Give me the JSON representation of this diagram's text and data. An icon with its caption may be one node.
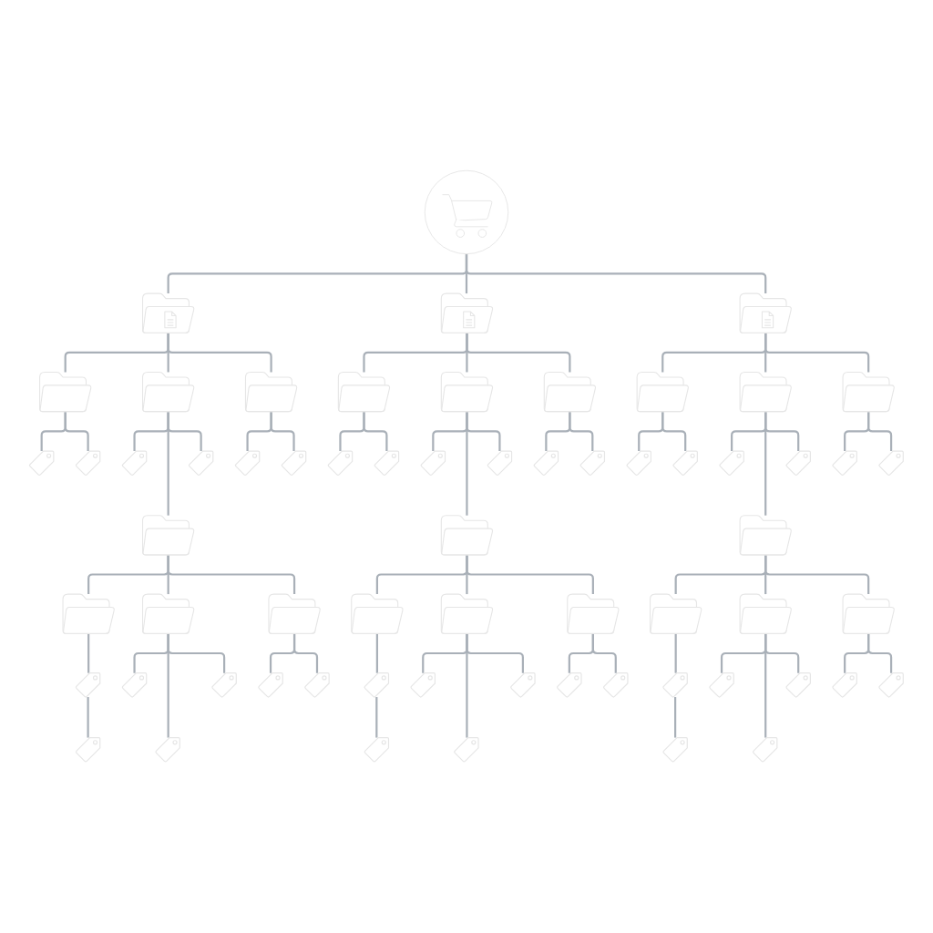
{
  "diagram": {
    "nodes": [
      {
        "text": [],
        "shape": "circle"
      },
      {
        "text": [],
        "shape": "folder"
      },
      {
        "text": [],
        "shape": "folder"
      },
      {
        "text": [],
        "shape": "folder"
      },
      {
        "text": [],
        "shape": "folder"
      },
      {
        "text": [],
        "shape": "folder"
      },
      {
        "text": [],
        "shape": "folder"
      },
      {
        "text": [],
        "shape": "folder"
      },
      {
        "text": [],
        "shape": "folder"
      },
      {
        "text": [],
        "shape": "folder"
      },
      {
        "text": [],
        "shape": "folder"
      },
      {
        "text": [],
        "shape": "folder"
      },
      {
        "text": [],
        "shape": "folder"
      },
      {
        "text": [],
        "shape": "tag"
      },
      {
        "text": [],
        "shape": "tag"
      },
      {
        "text": [],
        "shape": "tag"
      },
      {
        "text": [],
        "shape": "tag"
      },
      {
        "text": [],
        "shape": "tag"
      },
      {
        "text": [],
        "shape": "tag"
      },
      {
        "text": [],
        "shape": "tag"
      },
      {
        "text": [],
        "shape": "tag"
      },
      {
        "text": [],
        "shape": "tag"
      },
      {
        "text": [],
        "shape": "tag"
      },
      {
        "text": [],
        "shape": "tag"
      },
      {
        "text": [],
        "shape": "tag"
      },
      {
        "text": [],
        "shape": "tag"
      },
      {
        "text": [],
        "shape": "tag"
      },
      {
        "text": [],
        "shape": "tag"
      },
      {
        "text": [],
        "shape": "tag"
      },
      {
        "text": [],
        "shape": "tag"
      },
      {
        "text": [],
        "shape": "tag"
      },
      {
        "text": [],
        "shape": "folder"
      },
      {
        "text": [],
        "shape": "folder"
      },
      {
        "text": [],
        "shape": "folder"
      },
      {
        "text": [],
        "shape": "folder"
      },
      {
        "text": [],
        "shape": "folder"
      },
      {
        "text": [],
        "shape": "folder"
      },
      {
        "text": [],
        "shape": "folder"
      },
      {
        "text": [],
        "shape": "folder"
      },
      {
        "text": [],
        "shape": "folder"
      },
      {
        "text": [],
        "shape": "folder"
      },
      {
        "text": [],
        "shape": "folder"
      },
      {
        "text": [],
        "shape": "folder"
      },
      {
        "text": [],
        "shape": "tag"
      },
      {
        "text": [],
        "shape": "tag"
      },
      {
        "text": [],
        "shape": "tag"
      },
      {
        "text": [],
        "shape": "tag"
      },
      {
        "text": [],
        "shape": "tag"
      },
      {
        "text": [],
        "shape": "tag"
      },
      {
        "text": [],
        "shape": "tag"
      },
      {
        "text": [],
        "shape": "tag"
      },
      {
        "text": [],
        "shape": "tag"
      },
      {
        "text": [],
        "shape": "tag"
      },
      {
        "text": [],
        "shape": "tag"
      },
      {
        "text": [],
        "shape": "tag"
      },
      {
        "text": [],
        "shape": "tag"
      },
      {
        "text": [],
        "shape": "tag"
      },
      {
        "text": [],
        "shape": "tag"
      },
      {
        "text": [],
        "shape": "tag"
      },
      {
        "text": [],
        "shape": "tag"
      },
      {
        "text": [],
        "shape": "tag"
      },
      {
        "text": [],
        "shape": "tag"
      },
      {
        "text": [],
        "shape": "tag"
      },
      {
        "text": [],
        "shape": "tag"
      }
    ],
    "edges": [
      {
        "from": 0,
        "to": 1,
        "arrow": "none"
      },
      {
        "from": 0,
        "to": 2,
        "arrow": "none"
      },
      {
        "from": 0,
        "to": 3,
        "arrow": "none"
      },
      {
        "from": 1,
        "to": 4,
        "arrow": "none"
      },
      {
        "from": 1,
        "to": 5,
        "arrow": "none"
      },
      {
        "from": 1,
        "to": 6,
        "arrow": "none"
      },
      {
        "from": 2,
        "to": 7,
        "arrow": "none"
      },
      {
        "from": 2,
        "to": 8,
        "arrow": "none"
      },
      {
        "from": 2,
        "to": 9,
        "arrow": "none"
      },
      {
        "from": 3,
        "to": 10,
        "arrow": "none"
      },
      {
        "from": 3,
        "to": 11,
        "arrow": "none"
      },
      {
        "from": 3,
        "to": 12,
        "arrow": "none"
      },
      {
        "from": 4,
        "to": 13,
        "arrow": "none"
      },
      {
        "from": 4,
        "to": 14,
        "arrow": "none"
      },
      {
        "from": 5,
        "to": 15,
        "arrow": "none"
      },
      {
        "from": 5,
        "to": 31,
        "arrow": "none"
      },
      {
        "from": 5,
        "to": 16,
        "arrow": "none"
      },
      {
        "from": 6,
        "to": 17,
        "arrow": "none"
      },
      {
        "from": 6,
        "to": 18,
        "arrow": "none"
      },
      {
        "from": 7,
        "to": 19,
        "arrow": "none"
      },
      {
        "from": 7,
        "to": 20,
        "arrow": "none"
      },
      {
        "from": 8,
        "to": 21,
        "arrow": "none"
      },
      {
        "from": 8,
        "to": 32,
        "arrow": "none"
      },
      {
        "from": 8,
        "to": 22,
        "arrow": "none"
      },
      {
        "from": 9,
        "to": 23,
        "arrow": "none"
      },
      {
        "from": 9,
        "to": 24,
        "arrow": "none"
      },
      {
        "from": 10,
        "to": 25,
        "arrow": "none"
      },
      {
        "from": 10,
        "to": 26,
        "arrow": "none"
      },
      {
        "from": 11,
        "to": 27,
        "arrow": "none"
      },
      {
        "from": 11,
        "to": 33,
        "arrow": "none"
      },
      {
        "from": 11,
        "to": 28,
        "arrow": "none"
      },
      {
        "from": 12,
        "to": 29,
        "arrow": "none"
      },
      {
        "from": 12,
        "to": 30,
        "arrow": "none"
      },
      {
        "from": 31,
        "to": 34,
        "arrow": "none"
      },
      {
        "from": 31,
        "to": 35,
        "arrow": "none"
      },
      {
        "from": 31,
        "to": 36,
        "arrow": "none"
      },
      {
        "from": 32,
        "to": 37,
        "arrow": "none"
      },
      {
        "from": 32,
        "to": 38,
        "arrow": "none"
      },
      {
        "from": 32,
        "to": 39,
        "arrow": "none"
      },
      {
        "from": 33,
        "to": 40,
        "arrow": "none"
      },
      {
        "from": 33,
        "to": 41,
        "arrow": "none"
      },
      {
        "from": 33,
        "to": 42,
        "arrow": "none"
      },
      {
        "from": 34,
        "to": 43,
        "arrow": "none"
      },
      {
        "from": 35,
        "to": 44,
        "arrow": "none"
      },
      {
        "from": 35,
        "to": 59,
        "arrow": "none"
      },
      {
        "from": 35,
        "to": 45,
        "arrow": "none"
      },
      {
        "from": 36,
        "to": 46,
        "arrow": "none"
      },
      {
        "from": 36,
        "to": 47,
        "arrow": "none"
      },
      {
        "from": 37,
        "to": 48,
        "arrow": "none"
      },
      {
        "from": 38,
        "to": 49,
        "arrow": "none"
      },
      {
        "from": 38,
        "to": 61,
        "arrow": "none"
      },
      {
        "from": 38,
        "to": 50,
        "arrow": "none"
      },
      {
        "from": 39,
        "to": 51,
        "arrow": "none"
      },
      {
        "from": 39,
        "to": 52,
        "arrow": "none"
      },
      {
        "from": 40,
        "to": 53,
        "arrow": "none"
      },
      {
        "from": 41,
        "to": 54,
        "arrow": "none"
      },
      {
        "from": 41,
        "to": 63,
        "arrow": "none"
      },
      {
        "from": 41,
        "to": 55,
        "arrow": "none"
      },
      {
        "from": 42,
        "to": 56,
        "arrow": "none"
      },
      {
        "from": 42,
        "to": 57,
        "arrow": "none"
      },
      {
        "from": 43,
        "to": 58,
        "arrow": "none"
      },
      {
        "from": 48,
        "to": 60,
        "arrow": "none"
      },
      {
        "from": 53,
        "to": 62,
        "arrow": "none"
      }
    ]
  }
}
